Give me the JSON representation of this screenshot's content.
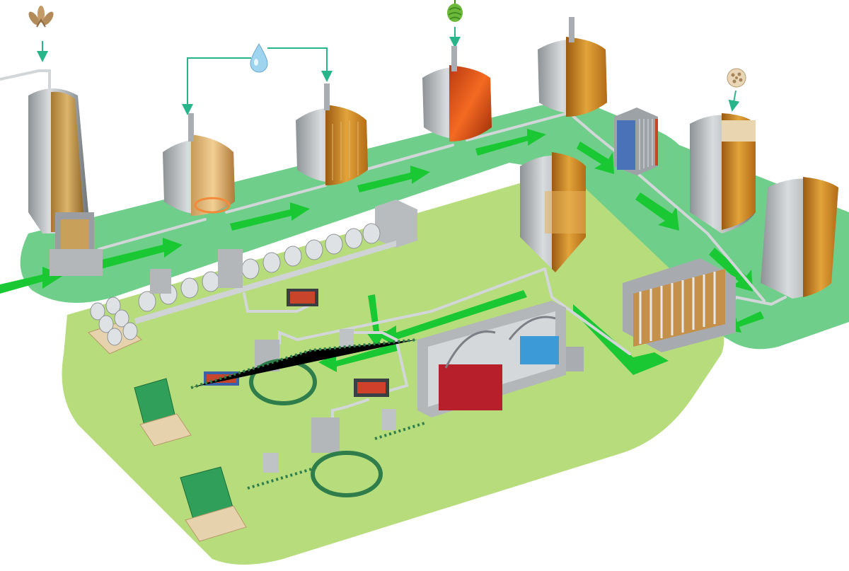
{
  "diagram": {
    "caption": "",
    "colors": {
      "upper_zone": "#6fcf8a",
      "lower_zone": "#b7dc7c",
      "flow_arrow": "#19c832",
      "guide_arrow": "#29b58a",
      "steel": "#a9adb1",
      "beer": "#c8861e",
      "hot_wort": "#e0481a",
      "pipe": "#d8dcde",
      "pallet": "#e6d2ad",
      "crate": "#2f9f5a"
    },
    "icons": [
      "grain-icon",
      "water-drop-icon",
      "hop-cone-icon",
      "yeast-icon"
    ],
    "stages": [
      "grain-silo",
      "mash-tun",
      "lauter-tun",
      "wort-kettle",
      "whirlpool",
      "wort-cooler",
      "fermentation-tank",
      "maturation-tank",
      "filter",
      "bright-beer-tank",
      "keg-washer",
      "keg-filler",
      "bottle-washer",
      "bottle-filler",
      "pasteurizer",
      "labeler",
      "keg-pallet",
      "crate-pallet"
    ],
    "icon_positions": {}
  }
}
